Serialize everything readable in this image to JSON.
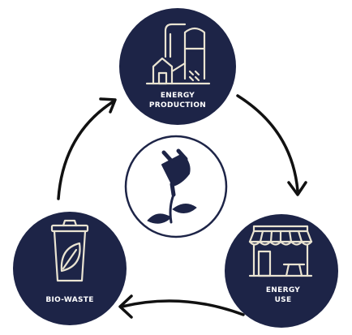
{
  "diagram": {
    "nodes": [
      {
        "id": "energy-production",
        "label_line1": "ENERGY",
        "label_line2": "PRODUCTION",
        "icon": "biogas-plant-icon"
      },
      {
        "id": "energy-use",
        "label_line1": "ENERGY",
        "label_line2": "USE",
        "icon": "storefront-icon"
      },
      {
        "id": "bio-waste",
        "label_line1": "BIO-WASTE",
        "icon": "leaf-bin-icon"
      }
    ],
    "center_icon": "plug-with-leaves-icon",
    "colors": {
      "navy": "#1d2447",
      "line": "#eae4d2",
      "arrow": "#111111",
      "background": "#ffffff"
    }
  }
}
